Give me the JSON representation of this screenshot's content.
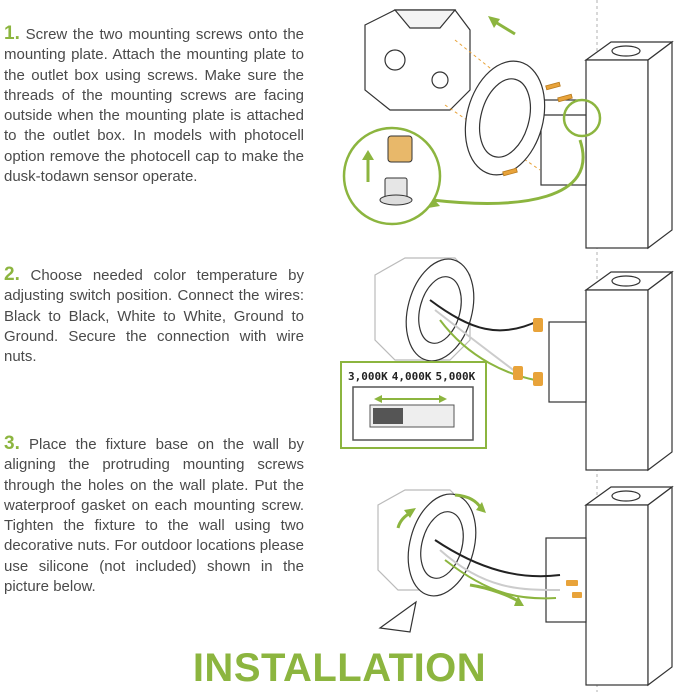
{
  "steps": [
    {
      "number": "1.",
      "text": "Screw the two mounting screws onto the mounting plate. Attach the mounting plate to the outlet box using screws. Make sure the threads of the mounting screws are facing outside when the mounting plate is attached to the outlet box. In models with photocell option remove the photocell cap to make the dusk-todawn sensor operate."
    },
    {
      "number": "2.",
      "text": "Choose needed color temperature by adjusting switch position. Connect the wires: Black to Black, White to White, Ground to Ground. Secure the connection with wire nuts."
    },
    {
      "number": "3.",
      "text": "Place the fixture base on the wall by aligning the protruding mounting screws through the holes on the wall plate. Put the waterproof gasket on each mounting screw. Tighten the fixture to the wall using two decorative nuts. For outdoor locations please use silicone (not included) shown in the picture below."
    }
  ],
  "switch": {
    "options": [
      "3,000K",
      "4,000K",
      "5,000K"
    ]
  },
  "title": "INSTALLATION",
  "colors": {
    "accent": "#8cb53f",
    "text": "#4a4a4a",
    "screw": "#e8a33a"
  }
}
